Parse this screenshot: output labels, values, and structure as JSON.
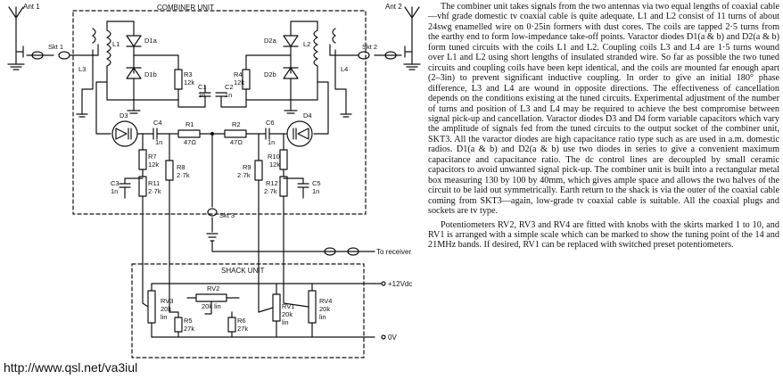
{
  "schematic": {
    "combiner_title": "COMBINER UNIT",
    "shack_title": "SHACK UNIT",
    "ant1": "Ant 1",
    "ant2": "Ant 2",
    "skt1": "Skt 1",
    "skt2": "Skt 2",
    "skt3": "Skt 3",
    "L1": "L1",
    "L2": "L2",
    "L3": "L3",
    "L4": "L4",
    "D1a": "D1a",
    "D1b": "D1b",
    "D2a": "D2a",
    "D2b": "D2b",
    "D3": "D3",
    "D4": "D4",
    "R1": "R1",
    "R1v": "47Ω",
    "R2": "R2",
    "R2v": "47Ω",
    "R3": "R3",
    "R3v": "12k",
    "R4": "R4",
    "R4v": "12k",
    "R5": "R5",
    "R5v": "27k",
    "R6": "R6",
    "R6v": "27k",
    "R7": "R7",
    "R7v": "12k",
    "R8": "R8",
    "R8v": "2·7k",
    "R9": "R9",
    "R9v": "2·7k",
    "R10": "R10",
    "R10v": "12k",
    "R11": "R11",
    "R11v": "2·7k",
    "R12": "R12",
    "R12v": "2·7k",
    "C1": "C1",
    "C2": "C2",
    "C3": "C3",
    "C4": "C4",
    "C5": "C5",
    "C6": "C6",
    "cap_value": "1n",
    "RV1": "RV1",
    "RV2": "RV2",
    "RV3": "RV3",
    "RV4": "RV4",
    "pot_value": "20k",
    "pot_law": "lin",
    "rv2_value": "20k lin",
    "to_receiver": "To receiver",
    "plus12": "+12Vdc",
    "zero_v": "0V"
  },
  "article": {
    "paragraphs": [
      "The combiner unit takes signals from the two antennas via two equal lengths of coaxial cable—vhf grade domestic tv coaxial cable is quite adequate. L1 and L2 consist of 11 turns of about 24swg enamelled wire on 0·25in formers with dust cores. The coils are tapped 2·5 turns from the earthy end to form low-impedance take-off points. Varactor diodes D1(a & b) and D2(a & b) form tuned circuits with the coils L1 and L2. Coupling coils L3 and L4 are 1·5 turns wound over L1 and L2 using short lengths of insulated stranded wire. So far as possible the two tuned circuits and coupling coils have been kept identical, and the coils are mounted far enough apart (2–3in) to prevent significant inductive coupling. In order to give an initial 180° phase difference, L3 and L4 are wound in opposite directions. The effectiveness of cancellation depends on the conditions existing at the tuned circuits. Experimental adjustment of the number of turns and position of L3 and L4 may be required to achieve the best compromise between signal pick-up and cancellation. Varactor diodes D3 and D4 form variable capacitors which vary the amplitude of signals fed from the tuned circuits to the output socket of the combiner unit, SKT3. All the varactor diodes are high capacitance ratio type such as are used in a.m. domestic radios. D1(a & b) and D2(a & b) use two diodes in series to give a convenient maximum capacitance and capacitance ratio. The dc control lines are decoupled by small ceramic capacitors to avoid unwanted signal pick-up. The combiner unit is built into a rectangular metal box measuring 130 by 100 by 40mm, which gives ample space and allows the two halves of the circuit to be laid out symmetrically. Earth return to the shack is via the outer of the coaxial cable coming from SKT3—again, low-grade tv coaxial cable is suitable. All the coaxial plugs and sockets are tv type.",
      "Potentiometers RV2, RV3 and RV4 are fitted with knobs with the skirts marked 1 to 10, and RV1 is arranged with a simple scale which can be marked to show the tuning point of the 14 and 21MHz bands. If desired, RV1 can be replaced with switched preset potentiometers."
    ]
  },
  "footer_url": "http://www.qsl.net/va3iul"
}
